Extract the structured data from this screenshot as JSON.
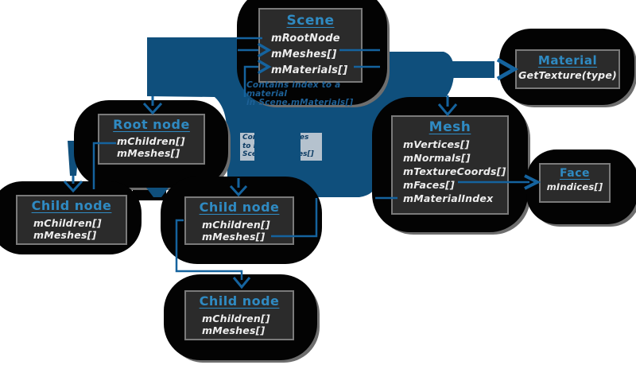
{
  "nodes": {
    "scene": {
      "title": "Scene",
      "members": [
        "mRootNode",
        "mMeshes[]",
        "mMaterials[]"
      ]
    },
    "material": {
      "title": "Material",
      "members": [
        "GetTexture(type)"
      ]
    },
    "mesh": {
      "title": "Mesh",
      "members": [
        "mVertices[]",
        "mNormals[]",
        "mTextureCoords[]",
        "mFaces[]",
        "mMaterialIndex"
      ]
    },
    "face": {
      "title": "Face",
      "members": [
        "mIndices[]"
      ]
    },
    "root_node": {
      "title": "Root node",
      "members": [
        "mChildren[]",
        "mMeshes[]"
      ]
    },
    "child_node_left": {
      "title": "Child node",
      "members": [
        "mChildren[]",
        "mMeshes[]"
      ]
    },
    "child_node_middle": {
      "title": "Child node",
      "members": [
        "mChildren[]",
        "mMeshes[]"
      ]
    },
    "child_node_bottom": {
      "title": "Child node",
      "members": [
        "mChildren[]",
        "mMeshes[]"
      ]
    }
  },
  "annotations": {
    "material_note": {
      "line1": "Contains index to a material",
      "line2": "in Scene.mMaterials[]"
    },
    "meshes_note": {
      "line1": "Contains indices",
      "line2": "to meshes in",
      "line3": "Scene.mMeshes[]"
    }
  },
  "colors": {
    "background": "#ffffff",
    "bubble": "#030303",
    "bubble_edge": "#6e6e6e",
    "box_fill": "#2b2b2b",
    "box_border": "#7a7a7a",
    "title_blue": "#2f8ac2",
    "member_text": "#ededed",
    "blob_blue": "#0f4f7c",
    "line_blue": "#15639e",
    "note_text": "#1d6096",
    "note_box_bg": "#b5c2ce"
  }
}
